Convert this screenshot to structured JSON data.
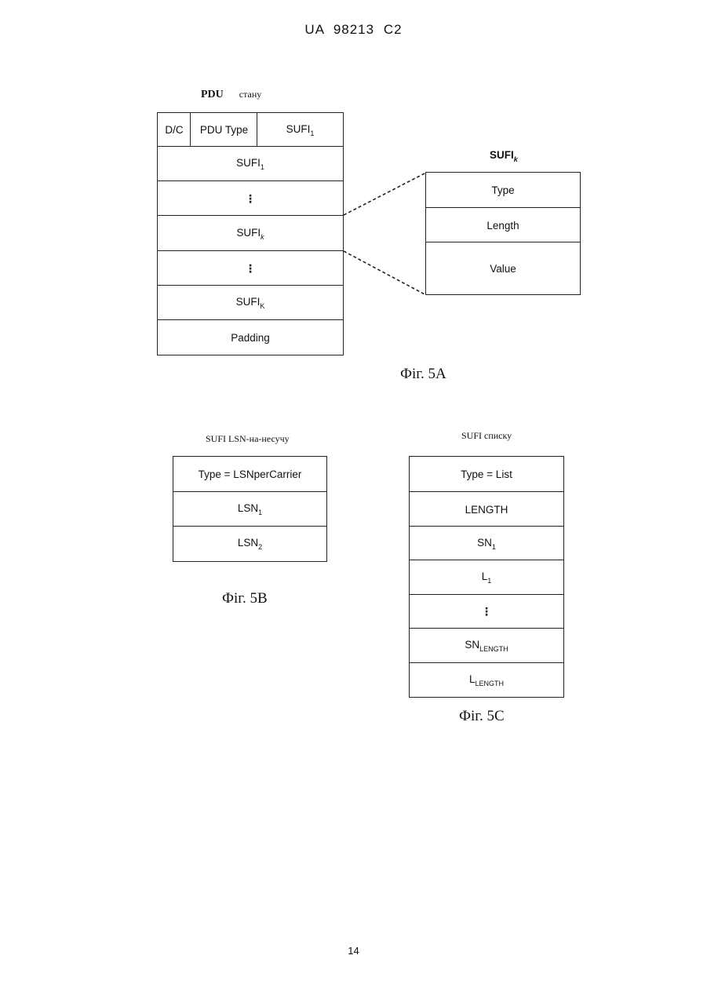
{
  "header": "UA 98213 C2",
  "page_number": "14",
  "fig5a": {
    "title_bold": "PDU",
    "title_rest": "стану",
    "row0": {
      "dc": "D/C",
      "pdu_type": "PDU Type",
      "sufi_base": "SUFI",
      "sufi_sub": "1"
    },
    "rows": [
      {
        "base": "SUFI",
        "sub": "1"
      },
      {
        "base": "⋮",
        "sub": ""
      },
      {
        "base": "SUFI",
        "sub": "k"
      },
      {
        "base": "⋮",
        "sub": ""
      },
      {
        "base": "SUFI",
        "sub": "K"
      },
      {
        "base": "Padding",
        "sub": ""
      }
    ],
    "detail_title_base": "SUFI",
    "detail_title_sub": "k",
    "detail_rows": [
      "Type",
      "Length",
      "Value"
    ],
    "caption": "Фіг. 5А"
  },
  "fig5b": {
    "title": "SUFI LSN-на-несучу",
    "rows": [
      {
        "base": "Type = LSNperCarrier",
        "sub": ""
      },
      {
        "base": "LSN",
        "sub": "1"
      },
      {
        "base": "LSN",
        "sub": "2"
      }
    ],
    "caption": "Фіг. 5В"
  },
  "fig5c": {
    "title": "SUFI списку",
    "rows": [
      {
        "base": "Type = List",
        "sub": ""
      },
      {
        "base": "LENGTH",
        "sub": ""
      },
      {
        "base": "SN",
        "sub": "1"
      },
      {
        "base": "L",
        "sub": "1"
      },
      {
        "base": "⋮",
        "sub": ""
      },
      {
        "base": "SN",
        "sub": "LENGTH"
      },
      {
        "base": "L",
        "sub": "LENGTH"
      }
    ],
    "caption": "Фіг. 5С"
  }
}
